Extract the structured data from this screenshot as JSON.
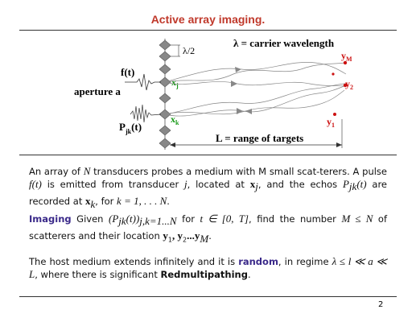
{
  "slide": {
    "title": "Active array imaging.",
    "page_number": "2"
  },
  "figure": {
    "label_lambda": "λ = carrier wavelength",
    "label_lambda_half": "λ/2",
    "label_ft": "f(t)",
    "label_xj": "x",
    "label_xj_sub": "j",
    "label_aperture": "aperture a",
    "label_pjk": "P",
    "label_pjk_sub": "jk",
    "label_pjk_arg": "(t)",
    "label_xk": "x",
    "label_xk_sub": "k",
    "label_yM": "y",
    "label_yM_sub": "M",
    "label_y2": "y",
    "label_y2_sub": "2",
    "label_y1": "y",
    "label_y1_sub": "1",
    "label_L": "L = range of targets",
    "colors": {
      "green": "#1a9a1a",
      "red": "#cc1111",
      "title": "#c0392b",
      "keyword": "#3b2a8a"
    }
  },
  "para1": {
    "t1": "An array of ",
    "N": "N",
    "t2": " transducers probes a medium with M small scat-terers. A pulse ",
    "ft": "f(t)",
    "t3": " is emitted from transducer ",
    "j": "j",
    "t4": ", located at ",
    "xj": "x",
    "xj_sub": "j",
    "t5": ", and the echos ",
    "P": "P",
    "P_sub": "jk",
    "Parg": "(t)",
    "t6": " are recorded at ",
    "xk": "x",
    "xk_sub": "k",
    "t7": ", for ",
    "kN": "k = 1, . . . N",
    "t8": "."
  },
  "para2": {
    "keyword": "Imaging",
    "t1": " Given ",
    "paren": "(P",
    "paren_sub": "jk",
    "paren_arg": "(t))",
    "paren_sub2": "j,k=1...N",
    "t2": " for ",
    "trange": "t ∈ [0, T]",
    "t3": ", find the number",
    "MN": "M ≤ N",
    "t4": " of scatterers and their location ",
    "ys": "y",
    "ys_sub1": "1",
    "ys_mid": ", y",
    "ys_sub2": "2",
    "ys_mid2": "...y",
    "ys_subM": "M",
    "t5": "."
  },
  "para3": {
    "t1": "The host medium extends infinitely and it is ",
    "random": "random",
    "t2": ", in regime",
    "ineq": "λ ≤ l ≪ a ≪ L",
    "t3": ", where there is significant ",
    "multi": "Redmultipathing",
    "t4": "."
  }
}
